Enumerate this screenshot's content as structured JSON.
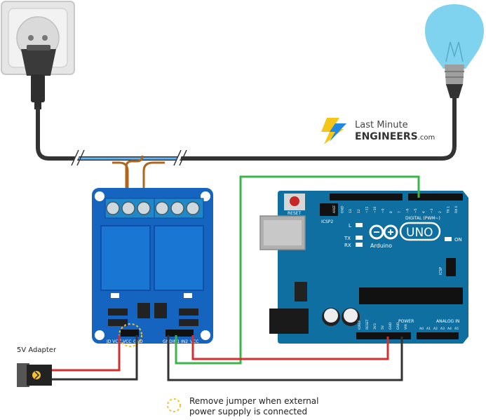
{
  "brand": {
    "line1": "Last Minute",
    "line2": "ENGINEERS",
    "suffix": ".com",
    "bolt_yellow": "#f5c518",
    "bolt_blue": "#1e88e5"
  },
  "labels": {
    "adapter": "5V Adapter",
    "note_line1": "Remove jumper when external",
    "note_line2": "power suppply is connected"
  },
  "relay_module": {
    "header_pins": [
      "JD VCC",
      "VCC",
      "GND",
      "GND",
      "IN1",
      "IN2",
      "VCC"
    ]
  },
  "arduino": {
    "logo_text": "UNO",
    "brand_text": "Arduino",
    "reset_label": "RESET",
    "icsp_label": "ICSP2",
    "icsp1_label": "ICSP",
    "led_labels": [
      "L",
      "TX",
      "RX"
    ],
    "on_label": "ON",
    "digital_label": "DIGITAL (PWM~)",
    "power_label": "POWER",
    "analog_label": "ANALOG IN",
    "top_pins": [
      "AREF",
      "GND",
      "13",
      "12",
      "~11",
      "~10",
      "~9",
      "8",
      "7",
      "~6",
      "~5",
      "4",
      "~3",
      "2",
      "TX 1",
      "RX 0"
    ],
    "power_pins": [
      "IOREF",
      "RESET",
      "3V3",
      "5V",
      "GND",
      "GND",
      "VIN"
    ],
    "analog_pins": [
      "A0",
      "A1",
      "A2",
      "A3",
      "A4",
      "A5"
    ]
  },
  "colors": {
    "board_blue": "#0e6fa0",
    "relay_blue": "#1565c0",
    "wire_red": "#d32f2f",
    "wire_green": "#3bb54a",
    "wire_black": "#333333",
    "wire_copper": "#b0651c",
    "wire_blue": "#64b5f6",
    "bulb": "#7fd3ee",
    "jumper_ring": "#f2c230"
  },
  "icons": [
    "wall-socket-icon",
    "plug-icon",
    "light-bulb-icon",
    "dc-jack-icon",
    "brand-bolt-icon"
  ]
}
